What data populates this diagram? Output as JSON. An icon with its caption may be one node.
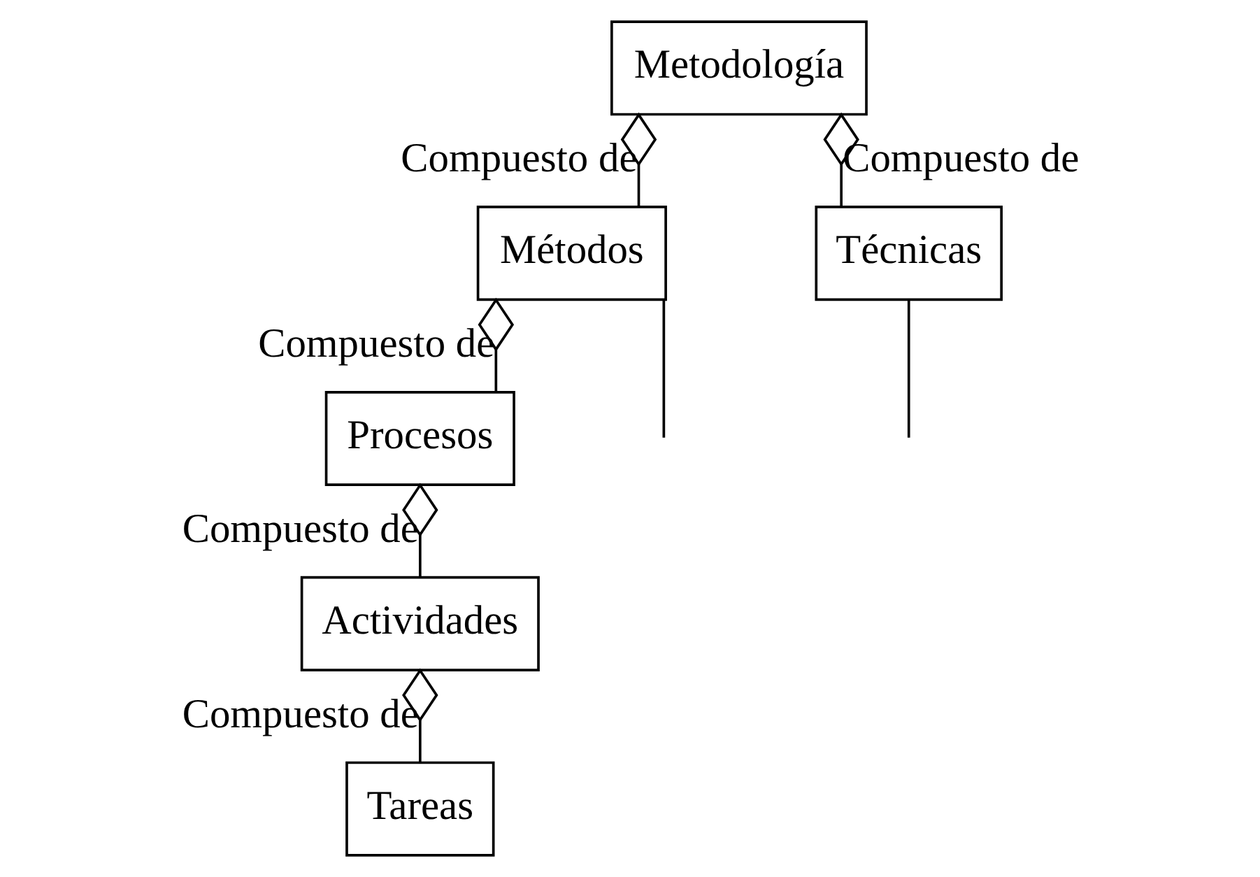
{
  "diagram": {
    "nodes": [
      {
        "text": [
          "Metodología"
        ]
      },
      {
        "text": [
          "Métodos"
        ]
      },
      {
        "text": [
          "Procesos"
        ]
      },
      {
        "text": [
          "Actividades"
        ]
      },
      {
        "text": [
          "Tareas"
        ]
      },
      {
        "text": [
          "Técnicas"
        ]
      }
    ],
    "edges": [
      {
        "from": 0,
        "to": 1,
        "arrow": "other",
        "label": "Compuesto de"
      },
      {
        "from": 0,
        "to": 5,
        "arrow": "other",
        "label": "Compuesto de"
      },
      {
        "from": 1,
        "to": 2,
        "arrow": "other",
        "label": "Compuesto de"
      },
      {
        "from": 2,
        "to": 3,
        "arrow": "other",
        "label": "Compuesto de"
      },
      {
        "from": 3,
        "to": 4,
        "arrow": "other",
        "label": "Compuesto de"
      },
      {
        "from": 1,
        "to": null,
        "arrow": "none"
      },
      {
        "from": 5,
        "to": null,
        "arrow": "none"
      }
    ]
  }
}
